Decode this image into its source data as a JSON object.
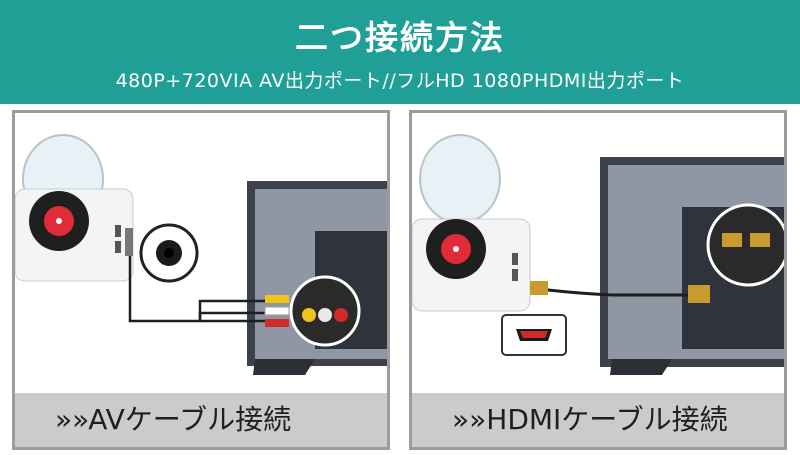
{
  "header": {
    "title": "二つ接続方法",
    "subtitle": "480P+720VIA AV出力ポート//フルHD 1080PHDMI出力ポート"
  },
  "panels": [
    {
      "caption": "»»AVケーブル接続"
    },
    {
      "caption": "»»HDMIケーブル接続"
    }
  ],
  "colors": {
    "header_bg": "#1f9f95",
    "caption_bg": "#cbcbcb",
    "panel_border": "#9c9c9c"
  }
}
